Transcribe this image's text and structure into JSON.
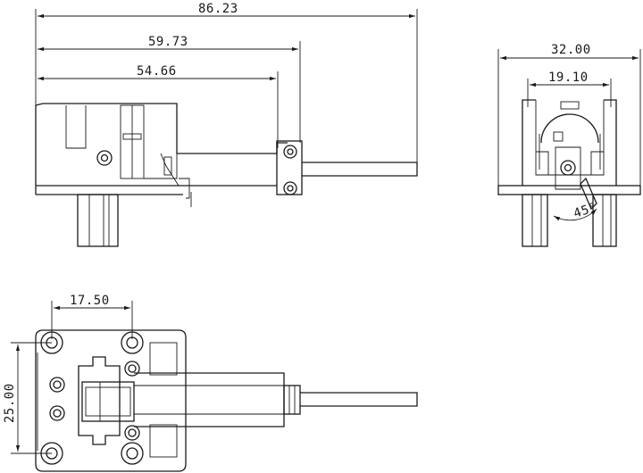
{
  "dimensions": {
    "overall_length": "86.23",
    "body_length": "59.73",
    "block_length": "54.66",
    "front_width": "32.00",
    "front_inner_width": "19.10",
    "angle": "45°",
    "hole_spacing_x": "17.50",
    "hole_spacing_y": "25.00"
  }
}
